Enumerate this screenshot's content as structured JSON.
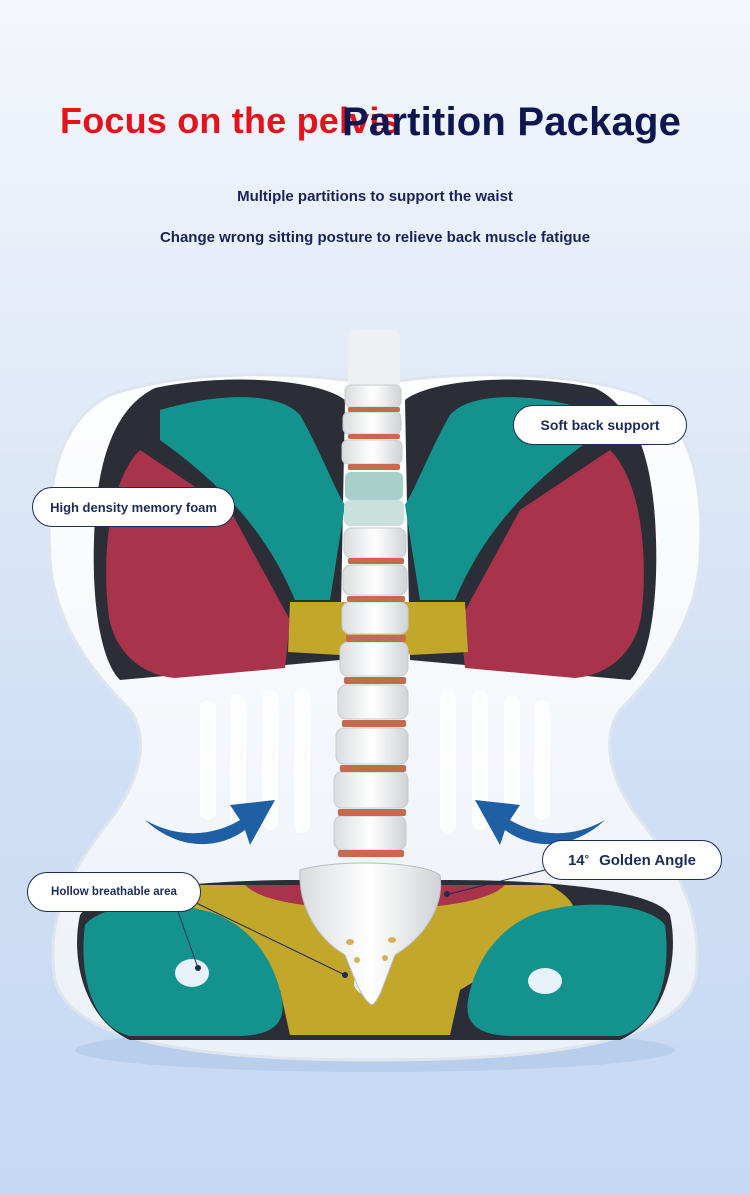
{
  "headline": {
    "red": "Focus on the pelvis",
    "navy": "Partition Package"
  },
  "subtitles": {
    "line1": "Multiple partitions to support the waist",
    "line2": "Change wrong sitting posture to relieve back muscle fatigue"
  },
  "callouts": {
    "back": "Soft back support",
    "foam": "High density memory foam",
    "angle_num": "14",
    "angle_deg": "°",
    "angle_label": "Golden Angle",
    "hollow": "Hollow breathable area"
  },
  "colors": {
    "teal": "#14938e",
    "crimson": "#a8334a",
    "mustard": "#c2a72a",
    "navy": "#0e1650",
    "red": "#e4121b",
    "arrow": "#1f5fa3"
  }
}
